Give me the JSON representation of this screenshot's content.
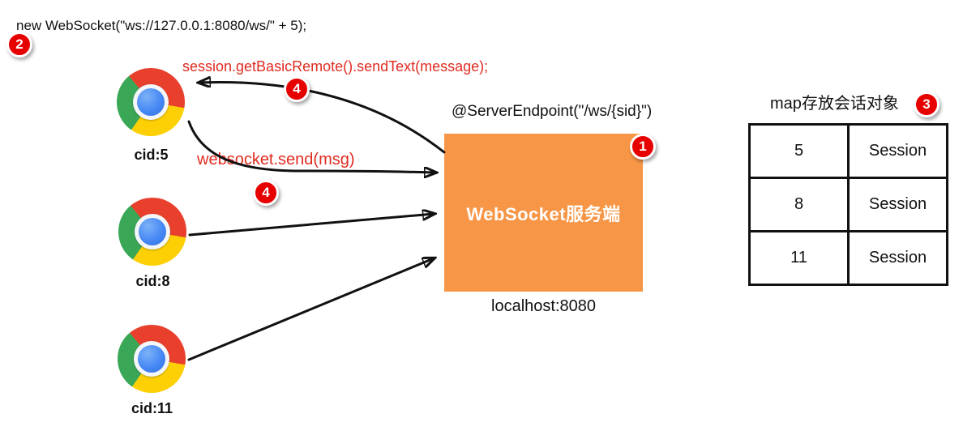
{
  "diagram": {
    "top_code": "new WebSocket(\"ws://127.0.0.1:8080/ws/\" + 5);",
    "server_push_code": "session.getBasicRemote().sendText(message);",
    "client_send_code": "websocket.send(msg)",
    "endpoint_annotation": "@ServerEndpoint(\"/ws/{sid}\")",
    "server": {
      "label": "WebSocket服务端",
      "address": "localhost:8080",
      "box_color": "#F79646"
    },
    "clients": [
      {
        "label": "cid:5"
      },
      {
        "label": "cid:8"
      },
      {
        "label": "cid:11"
      }
    ],
    "badges": {
      "step1": "1",
      "step2": "2",
      "step3": "3",
      "step4_top": "4",
      "step4_bottom": "4",
      "color": "#E60000"
    },
    "session_map": {
      "title": "map存放会话对象",
      "rows": [
        {
          "key": "5",
          "value": "Session"
        },
        {
          "key": "8",
          "value": "Session"
        },
        {
          "key": "11",
          "value": "Session"
        }
      ]
    },
    "colors": {
      "code_red": "#E02B20",
      "text_black": "#111111",
      "arrow_black": "#111111"
    }
  }
}
